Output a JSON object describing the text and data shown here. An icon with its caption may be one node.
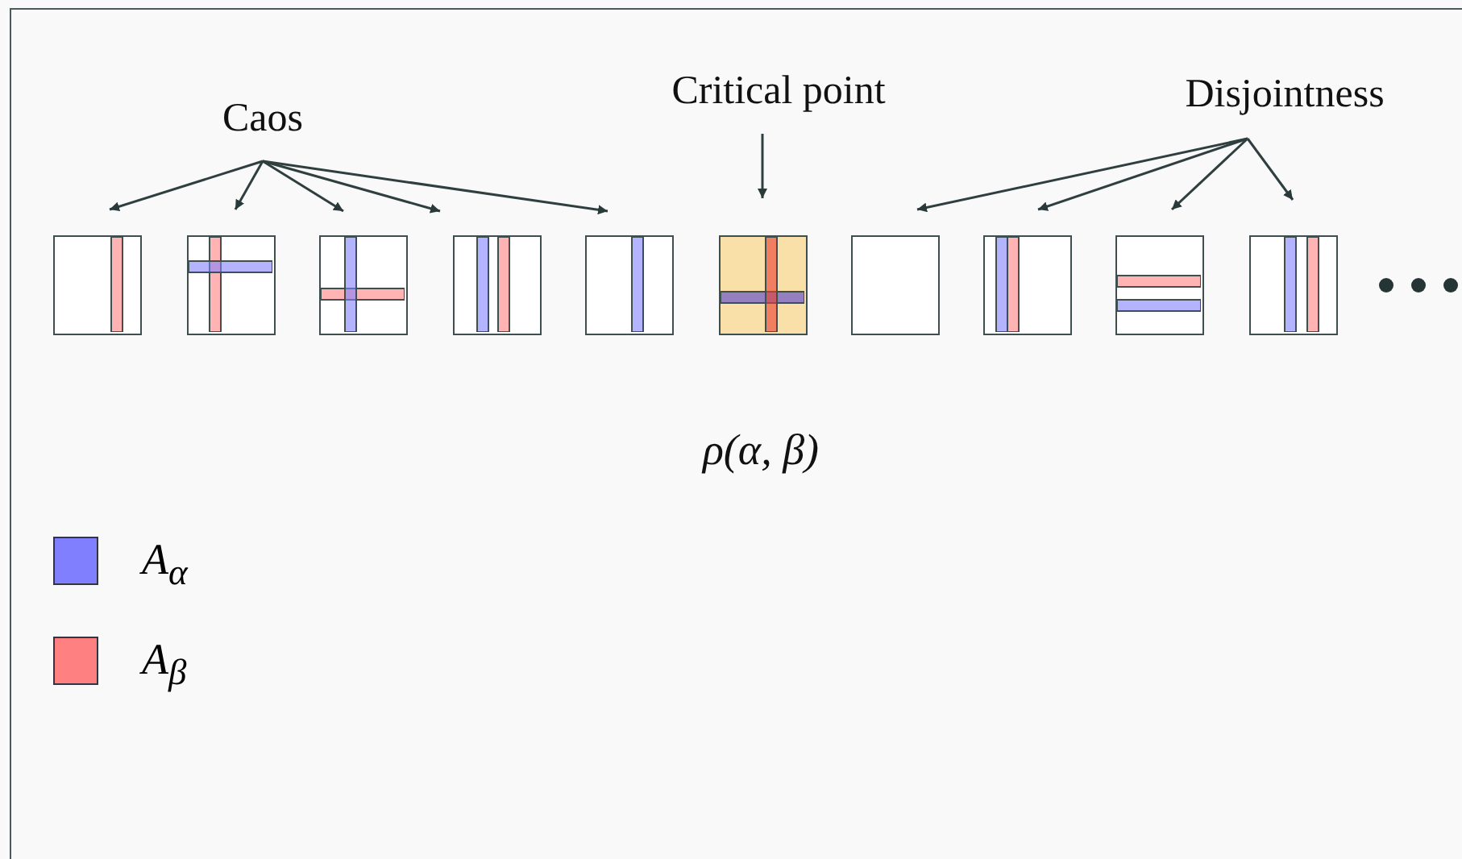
{
  "diagram": {
    "nodes": [
      {
        "text": [
          "Caos"
        ]
      },
      {
        "text": [
          "Critical point"
        ]
      },
      {
        "text": [
          "Disjointness"
        ]
      },
      {
        "text": [],
        "shape": "box"
      },
      {
        "text": [],
        "shape": "box"
      },
      {
        "text": [],
        "shape": "box"
      },
      {
        "text": [],
        "shape": "box"
      },
      {
        "text": [],
        "shape": "box"
      },
      {
        "text": [],
        "shape": "box"
      },
      {
        "text": [],
        "shape": "box"
      },
      {
        "text": [],
        "shape": "box"
      },
      {
        "text": [],
        "shape": "box"
      },
      {
        "text": [],
        "shape": "box"
      }
    ],
    "edges": [
      {
        "from": 0,
        "to": 3,
        "arrow": "to"
      },
      {
        "from": 0,
        "to": 4,
        "arrow": "to"
      },
      {
        "from": 0,
        "to": 5,
        "arrow": "to"
      },
      {
        "from": 0,
        "to": 6,
        "arrow": "to"
      },
      {
        "from": 0,
        "to": 7,
        "arrow": "to"
      },
      {
        "from": 1,
        "to": 8,
        "arrow": "to"
      },
      {
        "from": 2,
        "to": 9,
        "arrow": "to"
      },
      {
        "from": 2,
        "to": 10,
        "arrow": "to"
      },
      {
        "from": 2,
        "to": 11,
        "arrow": "to"
      },
      {
        "from": 2,
        "to": 12,
        "arrow": "to"
      }
    ],
    "labels": [
      "ρ(α, β)"
    ],
    "legend": [
      {
        "text": "A$_{α}$",
        "color": "#8080ff"
      },
      {
        "text": "A$_{β}$",
        "color": "#ff8080"
      }
    ]
  }
}
